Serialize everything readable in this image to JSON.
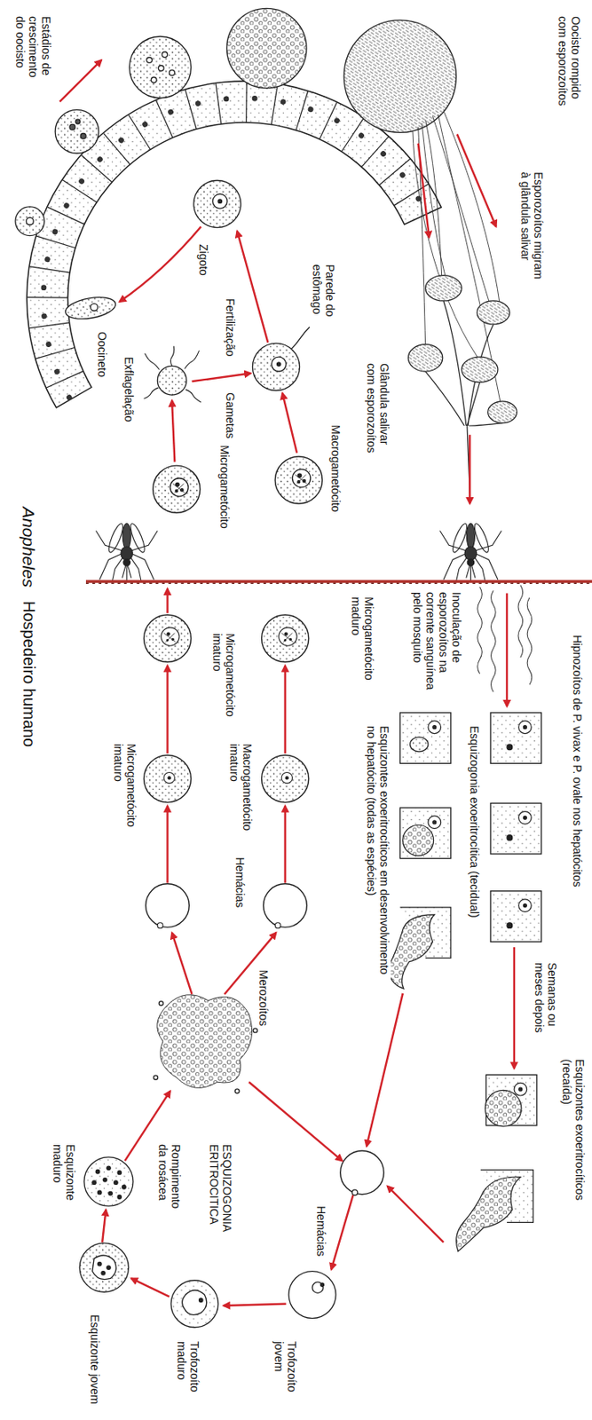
{
  "diagram": {
    "labels": [
      "Estádios de crescimento do oocisto",
      "Oocisto rompido com esporozoítos",
      "Esporozoítos migram à glândula salivar",
      "Parede do estômago",
      "Zigoto",
      "Glândula salivar com esporozoítos",
      "Oocineto",
      "Fertilização",
      "Gametas",
      "Exflagelação",
      "Macrogametócito",
      "Microgametócito",
      "Anopheles",
      "Inoculação de esporozoítos na corrente sanguínea pelo mosquito",
      "Hospedeiro humano",
      "Hipnozoítos de P. vivax e P. ovale nos hepatócitos",
      "Esquizogonia exoeritrocítica (tecidual)",
      "Esquizontes exoeritrocíticos em desenvolvimento no hepatócito (todas as espécies)",
      "Semanas ou meses depois",
      "Esquizontes exoeritrocíticos (recaída)",
      "Microgametócito maduro",
      "Microgametócito imaturo",
      "Macrogametócito imaturo",
      "Microgametócito imaturo",
      "Hemácias",
      "Merozoítos",
      "Hemácias",
      "ESQUIZOGONIA ERITROCITICA",
      "Rompimento da rosácea",
      "Esquizonte maduro",
      "Esquizonte jovem",
      "Trofozoíto maduro",
      "Trofozoíto jovem"
    ]
  }
}
